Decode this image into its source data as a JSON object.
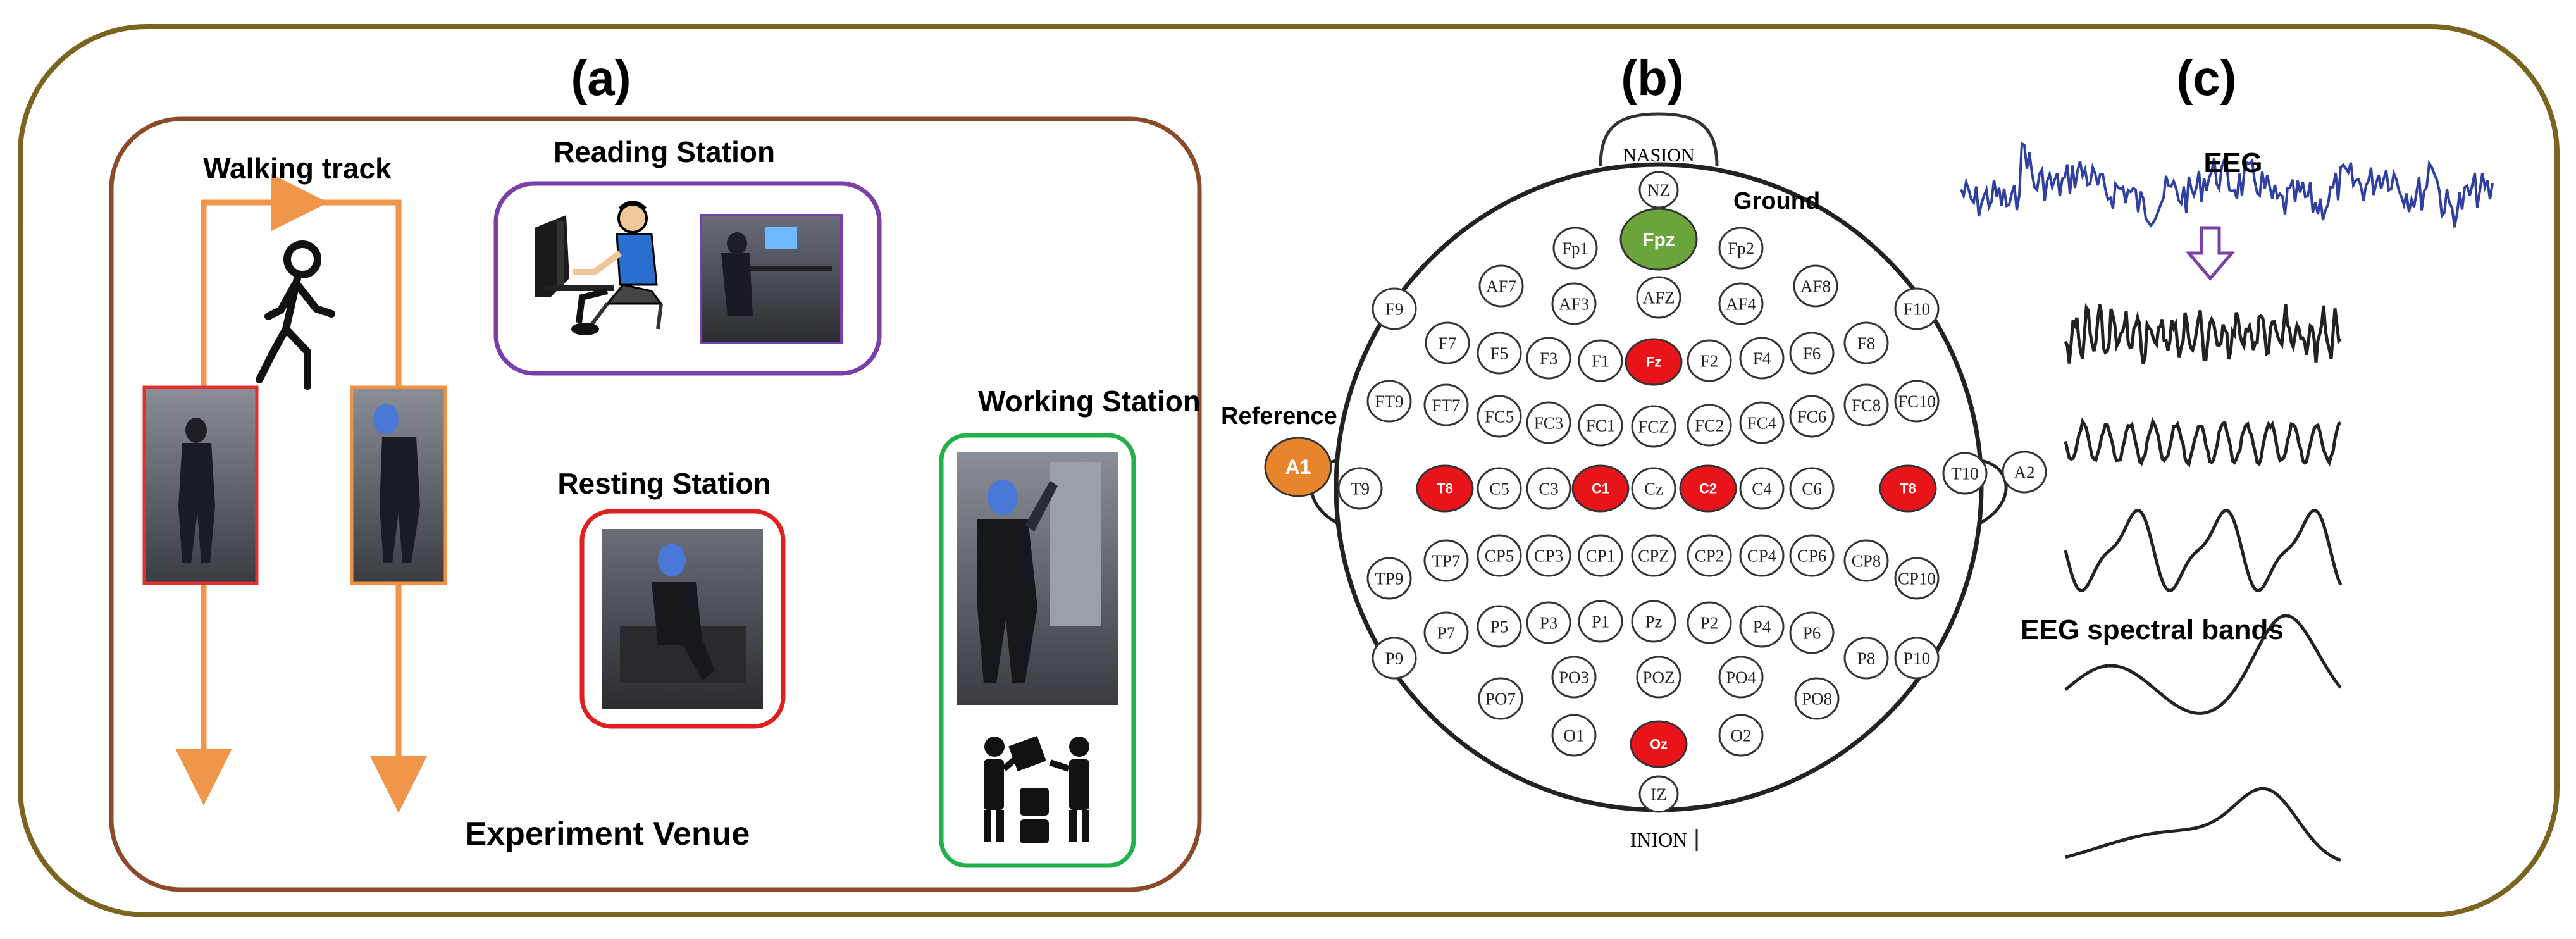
{
  "panels": {
    "a": {
      "label": "(a)",
      "walking_track_label": "Walking track",
      "reading_station_label": "Reading Station",
      "resting_station_label": "Resting Station",
      "working_station_label": "Working Station",
      "venue_label": "Experiment Venue"
    },
    "b": {
      "label": "(b)",
      "nasion": "NASION",
      "inion": "INION",
      "ground_label": "Ground",
      "reference_label": "Reference",
      "electrodes": [
        {
          "id": "NZ",
          "style": "normal"
        },
        {
          "id": "Fp1",
          "style": "normal"
        },
        {
          "id": "Fpz",
          "style": "ground"
        },
        {
          "id": "Fp2",
          "style": "normal"
        },
        {
          "id": "AF7",
          "style": "normal"
        },
        {
          "id": "AF3",
          "style": "normal"
        },
        {
          "id": "AFZ",
          "style": "normal"
        },
        {
          "id": "AF4",
          "style": "normal"
        },
        {
          "id": "AF8",
          "style": "normal"
        },
        {
          "id": "F9",
          "style": "normal"
        },
        {
          "id": "F7",
          "style": "normal"
        },
        {
          "id": "F5",
          "style": "normal"
        },
        {
          "id": "F3",
          "style": "normal"
        },
        {
          "id": "F1",
          "style": "normal"
        },
        {
          "id": "Fz",
          "style": "active"
        },
        {
          "id": "F2",
          "style": "normal"
        },
        {
          "id": "F4",
          "style": "normal"
        },
        {
          "id": "F6",
          "style": "normal"
        },
        {
          "id": "F8",
          "style": "normal"
        },
        {
          "id": "F10",
          "style": "normal"
        },
        {
          "id": "FT9",
          "style": "normal"
        },
        {
          "id": "FT7",
          "style": "normal"
        },
        {
          "id": "FC5",
          "style": "normal"
        },
        {
          "id": "FC3",
          "style": "normal"
        },
        {
          "id": "FC1",
          "style": "normal"
        },
        {
          "id": "FCZ",
          "style": "normal"
        },
        {
          "id": "FC2",
          "style": "normal"
        },
        {
          "id": "FC4",
          "style": "normal"
        },
        {
          "id": "FC6",
          "style": "normal"
        },
        {
          "id": "FC8",
          "style": "normal"
        },
        {
          "id": "FC10",
          "style": "normal"
        },
        {
          "id": "A1",
          "style": "reference"
        },
        {
          "id": "T9",
          "style": "normal"
        },
        {
          "id": "T8",
          "style": "active"
        },
        {
          "id": "C5",
          "style": "normal"
        },
        {
          "id": "C3",
          "style": "normal"
        },
        {
          "id": "C1",
          "style": "active"
        },
        {
          "id": "Cz",
          "style": "normal"
        },
        {
          "id": "C2",
          "style": "active"
        },
        {
          "id": "C4",
          "style": "normal"
        },
        {
          "id": "C6",
          "style": "normal"
        },
        {
          "id": "T8",
          "style": "active"
        },
        {
          "id": "T10",
          "style": "normal"
        },
        {
          "id": "A2",
          "style": "normal"
        },
        {
          "id": "TP9",
          "style": "normal"
        },
        {
          "id": "TP7",
          "style": "normal"
        },
        {
          "id": "CP5",
          "style": "normal"
        },
        {
          "id": "CP3",
          "style": "normal"
        },
        {
          "id": "CP1",
          "style": "normal"
        },
        {
          "id": "CPZ",
          "style": "normal"
        },
        {
          "id": "CP2",
          "style": "normal"
        },
        {
          "id": "CP4",
          "style": "normal"
        },
        {
          "id": "CP6",
          "style": "normal"
        },
        {
          "id": "CP8",
          "style": "normal"
        },
        {
          "id": "CP10",
          "style": "normal"
        },
        {
          "id": "P9",
          "style": "normal"
        },
        {
          "id": "P7",
          "style": "normal"
        },
        {
          "id": "P5",
          "style": "normal"
        },
        {
          "id": "P3",
          "style": "normal"
        },
        {
          "id": "P1",
          "style": "normal"
        },
        {
          "id": "Pz",
          "style": "normal"
        },
        {
          "id": "P2",
          "style": "normal"
        },
        {
          "id": "P4",
          "style": "normal"
        },
        {
          "id": "P6",
          "style": "normal"
        },
        {
          "id": "P8",
          "style": "normal"
        },
        {
          "id": "P10",
          "style": "normal"
        },
        {
          "id": "PO7",
          "style": "normal"
        },
        {
          "id": "PO3",
          "style": "normal"
        },
        {
          "id": "POZ",
          "style": "normal"
        },
        {
          "id": "PO4",
          "style": "normal"
        },
        {
          "id": "PO8",
          "style": "normal"
        },
        {
          "id": "O1",
          "style": "normal"
        },
        {
          "id": "Oz",
          "style": "active"
        },
        {
          "id": "O2",
          "style": "normal"
        },
        {
          "id": "IZ",
          "style": "normal"
        }
      ]
    },
    "c": {
      "label": "(c)",
      "eeg_label": "EEG",
      "bands_label": "EEG spectral bands"
    }
  },
  "colors": {
    "outer_border": "#7b6420",
    "venue_border": "#8b4a2a",
    "walking_track": "#f0964a",
    "reading_border": "#7a3fa8",
    "resting_border": "#e02020",
    "working_border": "#22b04a",
    "person_frame_left": "#e03030",
    "person_frame_right": "#f09040",
    "active_electrode": "#e8141a",
    "ground_electrode": "#6aa43a",
    "reference_electrode": "#e8842c",
    "eeg_trace": "#3040a0",
    "arrow": "#7a3fa8"
  },
  "icons": {
    "walker": "walking-person-icon",
    "reading": "person-at-computer-icon",
    "working": "people-moving-boxes-icon",
    "face_mask": "blurred-face-icon"
  }
}
